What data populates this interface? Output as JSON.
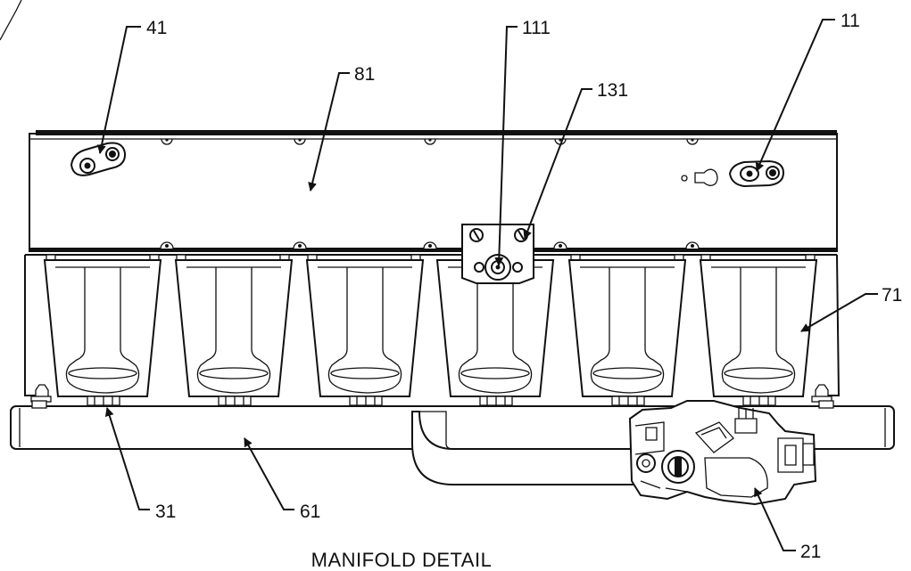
{
  "caption": "MANIFOLD DETAIL",
  "callouts": {
    "c41": "41",
    "c81": "81",
    "c111": "111",
    "c131": "131",
    "c11": "11",
    "c71": "71",
    "c31": "31",
    "c61": "61",
    "c21": "21"
  }
}
